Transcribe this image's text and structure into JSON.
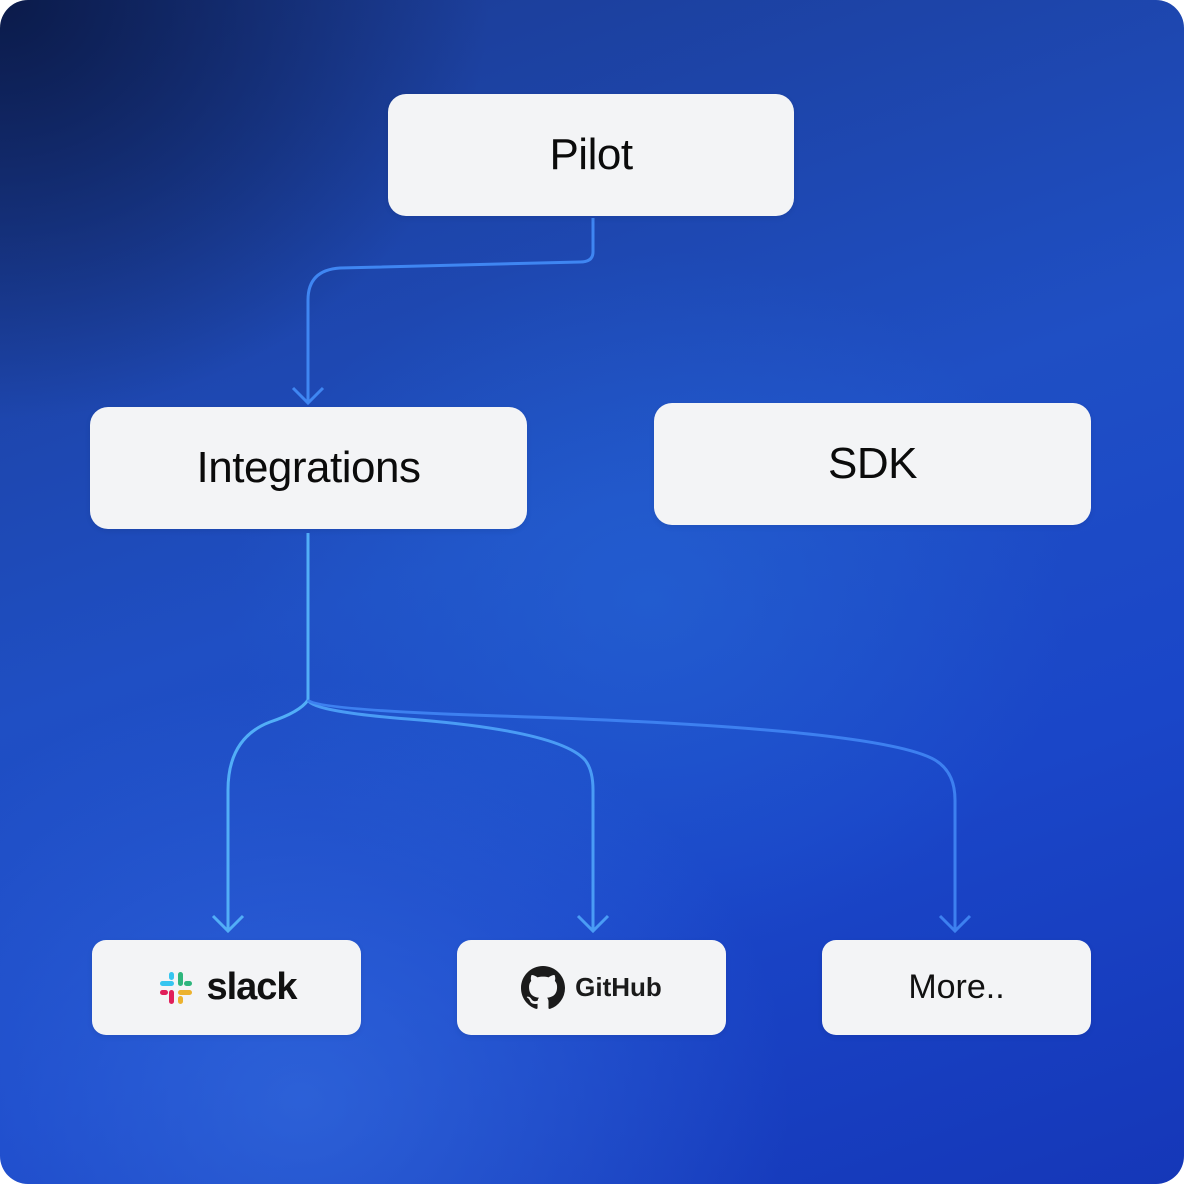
{
  "diagram": {
    "nodes": {
      "pilot": "Pilot",
      "integrations": "Integrations",
      "sdk": "SDK",
      "slack": "slack",
      "github": "GitHub",
      "more": "More.."
    },
    "edges": [
      {
        "from": "Pilot",
        "to": "Integrations"
      },
      {
        "from": "Integrations",
        "to": "slack"
      },
      {
        "from": "Integrations",
        "to": "GitHub"
      },
      {
        "from": "Integrations",
        "to": "More.."
      }
    ],
    "colors": {
      "background": "#1f4fc4",
      "node_fill": "#f3f4f6",
      "connector_light": "#4aa8f5",
      "connector_dark": "#3d7cf0"
    },
    "icons": {
      "slack": "slack-logo-icon",
      "github": "github-octocat-icon"
    }
  }
}
